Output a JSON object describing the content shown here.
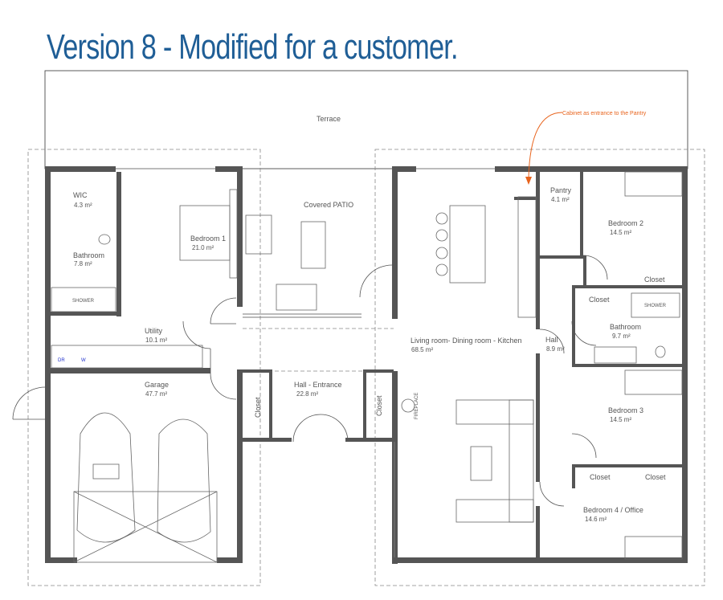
{
  "title": "Version 8 - Modified for a customer.",
  "annotation": "Cabinet as entrance to the Pantry",
  "rooms": {
    "terrace": {
      "name": "Terrace"
    },
    "wic": {
      "name": "WIC",
      "area": "4.3 m²"
    },
    "bathroom1": {
      "name": "Bathroom",
      "area": "7.8 m²"
    },
    "shower1": {
      "name": "SHOWER"
    },
    "bedroom1": {
      "name": "Bedroom 1",
      "area": "21.0 m²"
    },
    "patio": {
      "name": "Covered PATIO"
    },
    "utility": {
      "name": "Utility",
      "area": "10.1 m²"
    },
    "dryer": {
      "name": "DR"
    },
    "washer": {
      "name": "W"
    },
    "garage": {
      "name": "Garage",
      "area": "47.7 m²"
    },
    "hall_entrance": {
      "name": "Hall - Entrance",
      "area": "22.8 m²"
    },
    "closet_left": {
      "name": "Closet"
    },
    "closet_right": {
      "name": "Closet"
    },
    "living": {
      "name": "Living room- Dining room  - Kitchen",
      "area": "68.5 m²"
    },
    "fireplace": {
      "name": "FIREPLACE"
    },
    "pantry": {
      "name": "Pantry",
      "area": "4.1 m²"
    },
    "hall": {
      "name": "Hall",
      "area": "8.9 m²"
    },
    "bedroom2": {
      "name": "Bedroom 2",
      "area": "14.5 m²"
    },
    "closet_b2": {
      "name": "Closet"
    },
    "closet_bath2": {
      "name": "Closet"
    },
    "shower2": {
      "name": "SHOWER"
    },
    "bathroom2": {
      "name": "Bathroom",
      "area": "9.7 m²"
    },
    "bedroom3": {
      "name": "Bedroom 3",
      "area": "14.5 m²"
    },
    "closet_b4a": {
      "name": "Closet"
    },
    "closet_b4b": {
      "name": "Closet"
    },
    "bedroom4": {
      "name": "Bedroom 4 / Office",
      "area": "14.6 m²"
    }
  },
  "colors": {
    "title": "#1f5e96",
    "annotation": "#e8631c",
    "wall": "#555555"
  }
}
